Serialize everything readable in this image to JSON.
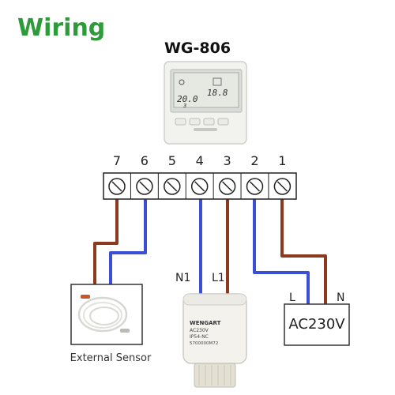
{
  "header": {
    "title": "Wiring"
  },
  "thermostat": {
    "model": "WG-806",
    "lcd_temp_left": "20.0",
    "lcd_temp_right": "18.8",
    "lcd_small": "3"
  },
  "terminal_block": {
    "terminals": [
      "7",
      "6",
      "5",
      "4",
      "3",
      "2",
      "1"
    ]
  },
  "actuator": {
    "label_n": "N1",
    "label_l": "L1",
    "brand": "WENGART",
    "spec_voltage": "AC230V",
    "spec_ip": "IP54-NC",
    "spec_code": "5700000M72"
  },
  "power_supply": {
    "label": "AC230V",
    "terminal_l": "L",
    "terminal_n": "N"
  },
  "sensor": {
    "caption": "External Sensor"
  },
  "colors": {
    "title": "#2e9b3a",
    "live_wire": "#8b3a1e",
    "neutral_wire": "#3a4fd6"
  }
}
